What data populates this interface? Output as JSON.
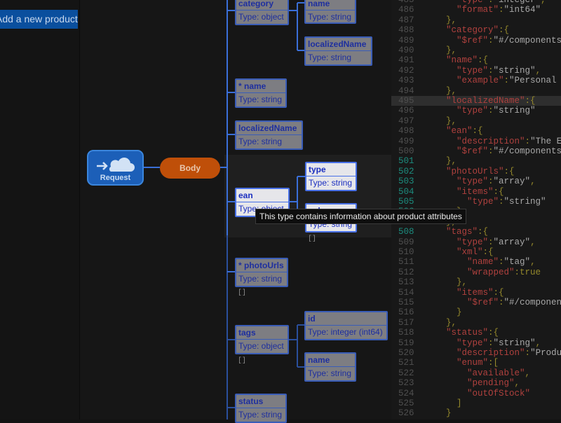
{
  "sidebar": {
    "button_label": "Add a new product to the store"
  },
  "diagram": {
    "request_label": "Request",
    "body_label": "Body",
    "array_marker": "[]",
    "nodes": {
      "category": {
        "name": "category",
        "type": "Type: object"
      },
      "category_name": {
        "name": "name",
        "type": "Type: string"
      },
      "category_localized": {
        "name": "localizedName",
        "type": "Type: string"
      },
      "name": {
        "name": "* name",
        "type": "Type: string"
      },
      "localized": {
        "name": "localizedName",
        "type": "Type: string"
      },
      "ean": {
        "name": "ean",
        "type": "Type: object"
      },
      "ean_type": {
        "name": "type",
        "type": "Type: string"
      },
      "ean_second": {
        "name": "value",
        "type": "Type: string"
      },
      "photo": {
        "name": "* photoUrls",
        "type": "Type: string"
      },
      "tags": {
        "name": "tags",
        "type": "Type: object"
      },
      "tags_id": {
        "name": "id",
        "type": "Type: integer (int64)"
      },
      "tags_name": {
        "name": "name",
        "type": "Type: string"
      },
      "status": {
        "name": "status",
        "type": "Type: string"
      }
    }
  },
  "tooltip": "This type contains information about product attributes",
  "code": {
    "current_line": 495,
    "highlight_start": 501,
    "highlight_end": 508,
    "lines": [
      {
        "n": "485",
        "t": "      \"type\":\"integer\","
      },
      {
        "n": "486",
        "t": "      \"format\":\"int64\""
      },
      {
        "n": "487",
        "t": "    },"
      },
      {
        "n": "488",
        "t": "    \"category\":{"
      },
      {
        "n": "489",
        "t": "      \"$ref\":\"#/components/schemas/Category\""
      },
      {
        "n": "490",
        "t": "    },"
      },
      {
        "n": "491",
        "t": "    \"name\":{"
      },
      {
        "n": "492",
        "t": "      \"type\":\"string\","
      },
      {
        "n": "493",
        "t": "      \"example\":\"Personal computer\""
      },
      {
        "n": "494",
        "t": "    },"
      },
      {
        "n": "495",
        "t": "    \"localizedName\":{"
      },
      {
        "n": "496",
        "t": "      \"type\":\"string\""
      },
      {
        "n": "497",
        "t": "    },"
      },
      {
        "n": "498",
        "t": "    \"ean\":{"
      },
      {
        "n": "499",
        "t": "      \"description\":\"The EAN\","
      },
      {
        "n": "500",
        "t": "      \"$ref\":\"#/components/schemas/Ean\""
      },
      {
        "n": "501",
        "t": "    },"
      },
      {
        "n": "502",
        "t": "    \"photoUrls\":{"
      },
      {
        "n": "503",
        "t": "      \"type\":\"array\","
      },
      {
        "n": "504",
        "t": "      \"items\":{"
      },
      {
        "n": "505",
        "t": "        \"type\":\"string\""
      },
      {
        "n": "506",
        "t": "      }"
      },
      {
        "n": "507",
        "t": "    },"
      },
      {
        "n": "508",
        "t": "    \"tags\":{"
      },
      {
        "n": "509",
        "t": "      \"type\":\"array\","
      },
      {
        "n": "510",
        "t": "      \"xml\":{"
      },
      {
        "n": "511",
        "t": "        \"name\":\"tag\","
      },
      {
        "n": "512",
        "t": "        \"wrapped\":true"
      },
      {
        "n": "513",
        "t": "      },"
      },
      {
        "n": "514",
        "t": "      \"items\":{"
      },
      {
        "n": "515",
        "t": "        \"$ref\":\"#/components/schemas/Tag\""
      },
      {
        "n": "516",
        "t": "      }"
      },
      {
        "n": "517",
        "t": "    },"
      },
      {
        "n": "518",
        "t": "    \"status\":{"
      },
      {
        "n": "519",
        "t": "      \"type\":\"string\","
      },
      {
        "n": "520",
        "t": "      \"description\":\"Product status\","
      },
      {
        "n": "521",
        "t": "      \"enum\":["
      },
      {
        "n": "522",
        "t": "        \"available\","
      },
      {
        "n": "523",
        "t": "        \"pending\","
      },
      {
        "n": "524",
        "t": "        \"outOfStock\""
      },
      {
        "n": "525",
        "t": "      ]"
      },
      {
        "n": "526",
        "t": "    }"
      }
    ]
  }
}
